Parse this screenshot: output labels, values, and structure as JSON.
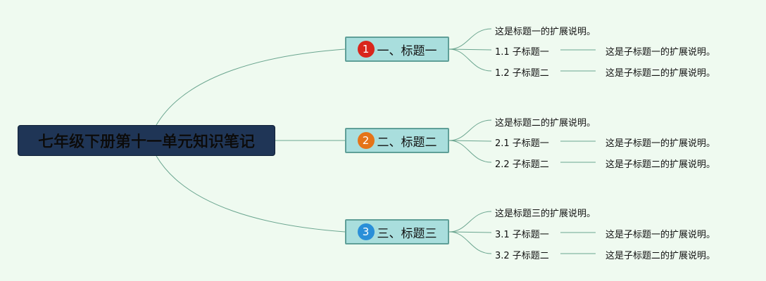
{
  "root": {
    "title": "七年级下册第十一单元知识笔记"
  },
  "colors": {
    "background": "#effaf0",
    "root_fill": "#1f3556",
    "topic_fill": "#a9dedd",
    "topic_border": "#5f9f98",
    "link": "#6aa58f"
  },
  "topics": [
    {
      "number": "1",
      "badge_color": "#d9261c",
      "label": "一、标题一",
      "note": "这是标题一的扩展说明。",
      "subtopics": [
        {
          "label": "1.1 子标题一",
          "detail": "这是子标题一的扩展说明。"
        },
        {
          "label": "1.2 子标题二",
          "detail": "这是子标题二的扩展说明。"
        }
      ]
    },
    {
      "number": "2",
      "badge_color": "#e57419",
      "label": "二、标题二",
      "note": "这是标题二的扩展说明。",
      "subtopics": [
        {
          "label": "2.1 子标题一",
          "detail": "这是子标题一的扩展说明。"
        },
        {
          "label": "2.2 子标题二",
          "detail": "这是子标题二的扩展说明。"
        }
      ]
    },
    {
      "number": "3",
      "badge_color": "#2a8fd8",
      "label": "三、标题三",
      "note": "这是标题三的扩展说明。",
      "subtopics": [
        {
          "label": "3.1 子标题一",
          "detail": "这是子标题一的扩展说明。"
        },
        {
          "label": "3.2 子标题二",
          "detail": "这是子标题二的扩展说明。"
        }
      ]
    }
  ]
}
